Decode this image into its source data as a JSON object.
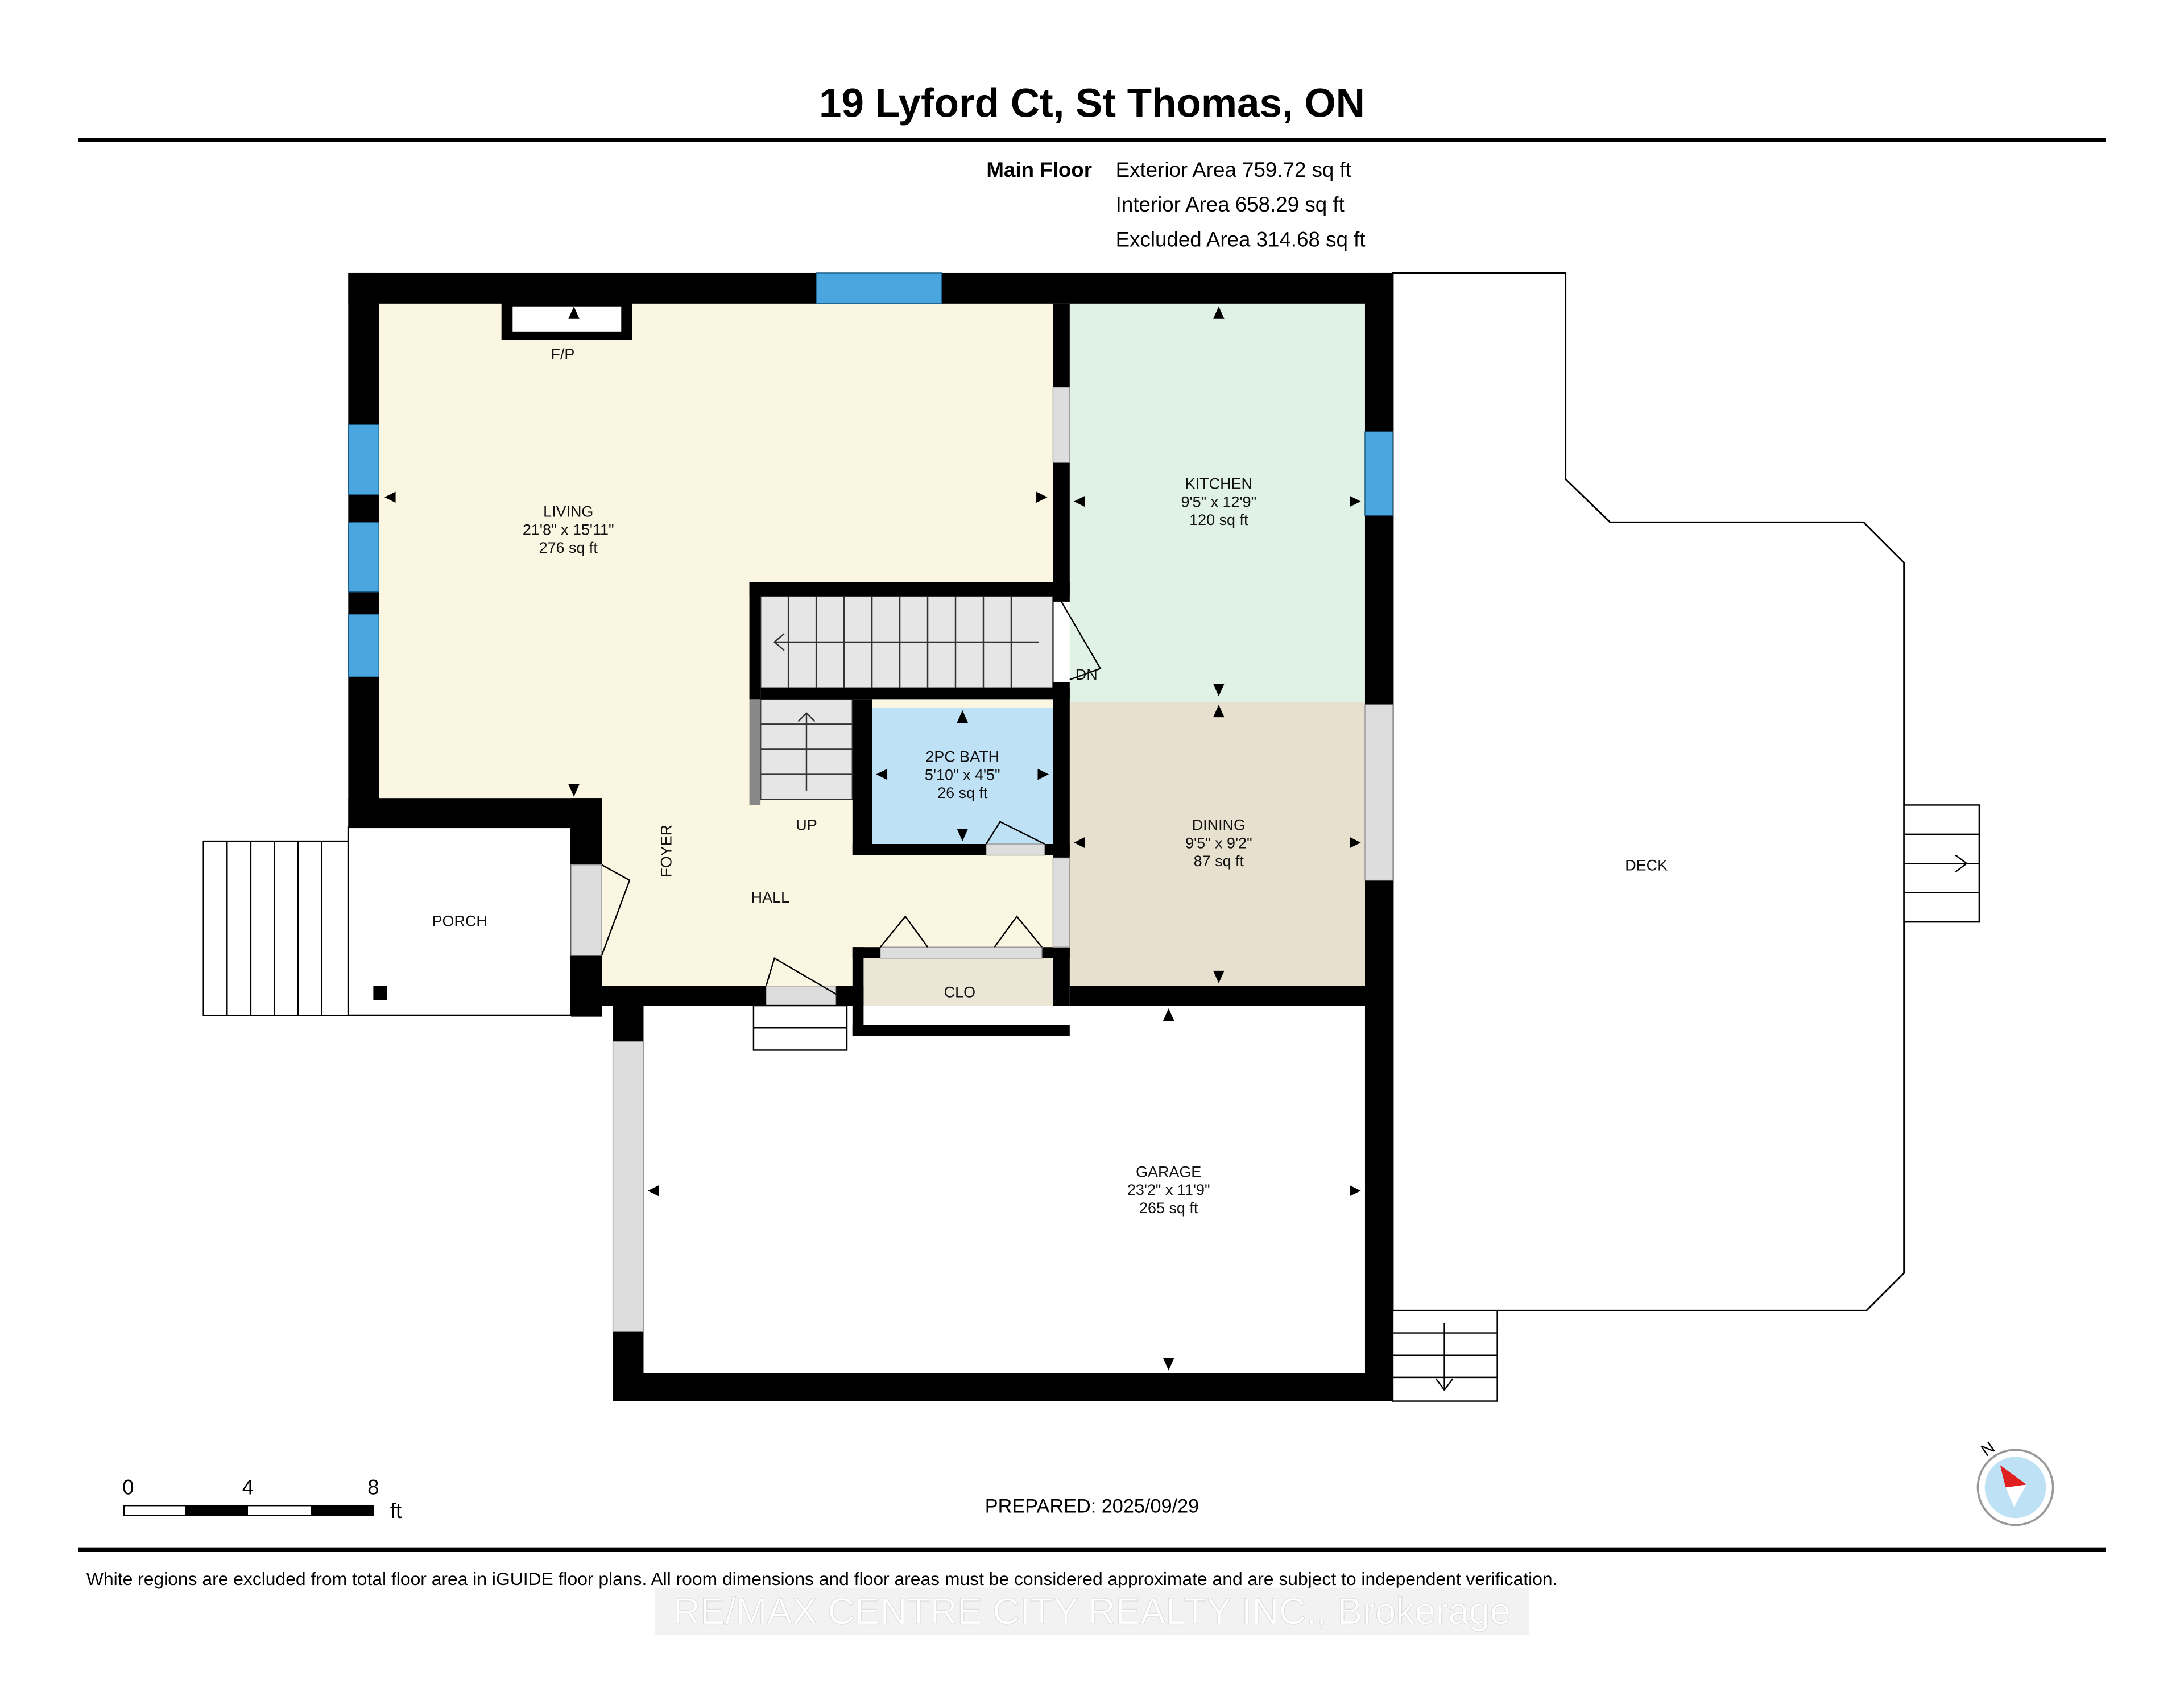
{
  "title": "19 Lyford Ct, St Thomas, ON",
  "floor": {
    "name": "Main Floor",
    "exterior": "Exterior Area 759.72 sq ft",
    "interior": "Interior Area 658.29 sq ft",
    "excluded": "Excluded Area 314.68 sq ft"
  },
  "rooms": {
    "living": {
      "name": "LIVING",
      "dims": "21'8\" x 15'11\"",
      "area": "276 sq ft"
    },
    "kitchen": {
      "name": "KITCHEN",
      "dims": "9'5\" x 12'9\"",
      "area": "120 sq ft"
    },
    "bath": {
      "name": "2PC BATH",
      "dims": "5'10\" x 4'5\"",
      "area": "26 sq ft"
    },
    "dining": {
      "name": "DINING",
      "dims": "9'5\" x 9'2\"",
      "area": "87 sq ft"
    },
    "garage": {
      "name": "GARAGE",
      "dims": "23'2\" x 11'9\"",
      "area": "265 sq ft"
    }
  },
  "labels": {
    "fp": "F/P",
    "dn": "DN",
    "up": "UP",
    "foyer": "FOYER",
    "hall": "HALL",
    "porch": "PORCH",
    "clo": "CLO",
    "deck": "DECK"
  },
  "scale": {
    "t0": "0",
    "t4": "4",
    "t8": "8",
    "unit": "ft"
  },
  "prepared": "PREPARED: 2025/09/29",
  "compass": "N",
  "disclaimer": "White regions are excluded from total floor area in iGUIDE floor plans. All room dimensions and floor areas must be considered approximate and are subject to independent verification.",
  "watermark": "RE/MAX CENTRE CITY REALTY INC., Brokerage",
  "colors": {
    "living": "#fbf6e2",
    "kitchen": "#e0f1e6",
    "dining": "#e8e0cf",
    "bath": "#bfe1f6",
    "window": "#4aa6de"
  }
}
